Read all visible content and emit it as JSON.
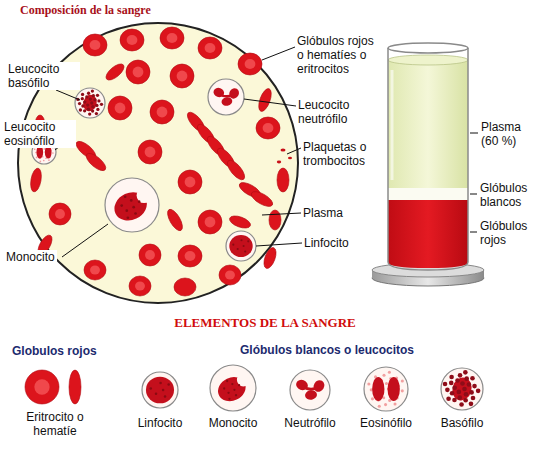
{
  "diagram": {
    "title": "Composición de la sangre",
    "labels": [
      "Leucocito basófilo",
      "Glóbulos rojos o hematíes o eritrocitos",
      "Leucocito neutrófilo",
      "Leucocito eosinófilo",
      "Plaquetas o trombocitos",
      "Plasma",
      "Monocito",
      "Linfocito",
      "Plasma (60 %)",
      "Glóbulos blancos",
      "Glóbulos rojos",
      "ELEMENTOS DE LA SANGRE",
      "Globulos rojos",
      "Glóbulos blancos o leucocitos",
      "Eritrocito o hematíe",
      "Linfocito",
      "Monocito",
      "Neutrófilo",
      "Eosinófilo",
      "Basófilo"
    ]
  }
}
